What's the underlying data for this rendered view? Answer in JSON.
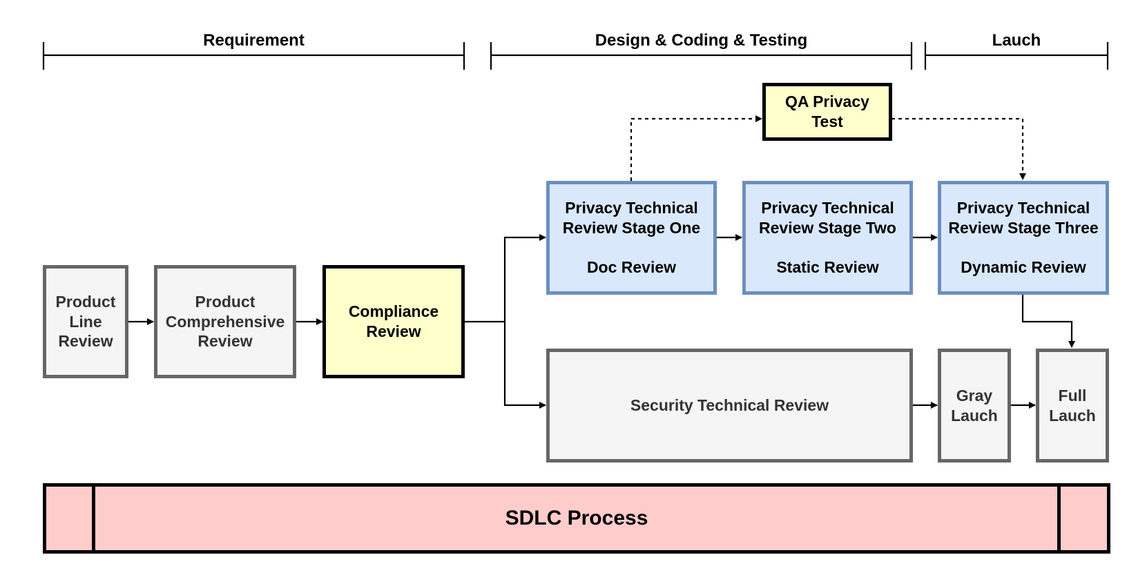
{
  "phases": {
    "requirement": "Requirement",
    "design_coding_testing": "Design & Coding & Testing",
    "launch": "Lauch"
  },
  "nodes": {
    "product_line_review": [
      "Product",
      "Line",
      "Review"
    ],
    "product_comprehensive_review": [
      "Product",
      "Comprehensive",
      "Review"
    ],
    "compliance_review": [
      "Compliance",
      "Review"
    ],
    "qa_privacy_test": [
      "QA Privacy",
      "Test"
    ],
    "privacy_stage_one": {
      "title": [
        "Privacy Technical",
        "Review Stage One"
      ],
      "sub": "Doc Review"
    },
    "privacy_stage_two": {
      "title": [
        "Privacy Technical",
        "Review Stage Two"
      ],
      "sub": "Static Review"
    },
    "privacy_stage_three": {
      "title": [
        "Privacy Technical",
        "Review Stage Three"
      ],
      "sub": "Dynamic Review"
    },
    "security_technical_review": "Security Technical Review",
    "gray_launch": [
      "Gray",
      "Lauch"
    ],
    "full_launch": [
      "Full",
      "Lauch"
    ]
  },
  "sdlc_process": "SDLC Process",
  "colors": {
    "gray_fill": "#f5f5f5",
    "gray_stroke": "#666666",
    "yellow_fill": "#ffffcc",
    "blue_fill": "#dae8fc",
    "blue_stroke": "#6c8ebf",
    "sdlc_fill": "#ffcccc"
  }
}
